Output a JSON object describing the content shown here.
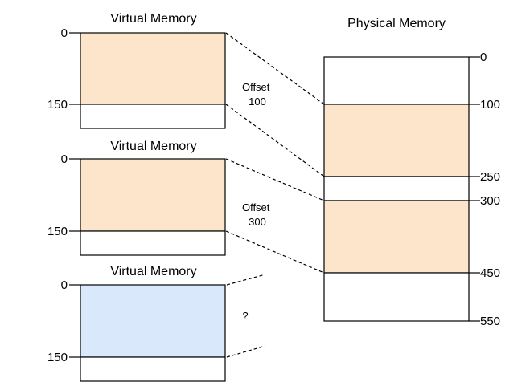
{
  "colors": {
    "mapped_region": "#fde5cc",
    "unmapped_region": "#dae8fb",
    "empty": "#ffffff",
    "stroke": "#000000"
  },
  "virtual_blocks": [
    {
      "title": "Virtual Memory",
      "label_top": "0",
      "label_bottom": "150",
      "offset_label": "Offset\n100",
      "fill": "mapped"
    },
    {
      "title": "Virtual Memory",
      "label_top": "0",
      "label_bottom": "150",
      "offset_label": "Offset\n300",
      "fill": "mapped"
    },
    {
      "title": "Virtual Memory",
      "label_top": "0",
      "label_bottom": "150",
      "offset_label": "?",
      "fill": "unmapped"
    }
  ],
  "physical": {
    "title": "Physical Memory",
    "ticks": [
      "0",
      "100",
      "250",
      "300",
      "450",
      "550"
    ]
  }
}
